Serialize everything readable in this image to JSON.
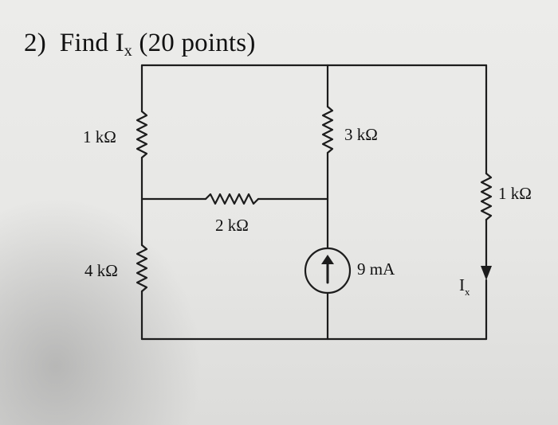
{
  "question": {
    "number": "2)",
    "text_before_sub": "Find I",
    "subscript": "x",
    "text_after_sub": " (20 points)"
  },
  "components": {
    "r_top_left": "1 kΩ",
    "r_bottom_left": "4 kΩ",
    "r_middle": "2 kΩ",
    "r_top_middle": "3 kΩ",
    "r_right": "1 kΩ",
    "current_source": "9 mA"
  },
  "current_label": {
    "main": "I",
    "sub": "x"
  }
}
